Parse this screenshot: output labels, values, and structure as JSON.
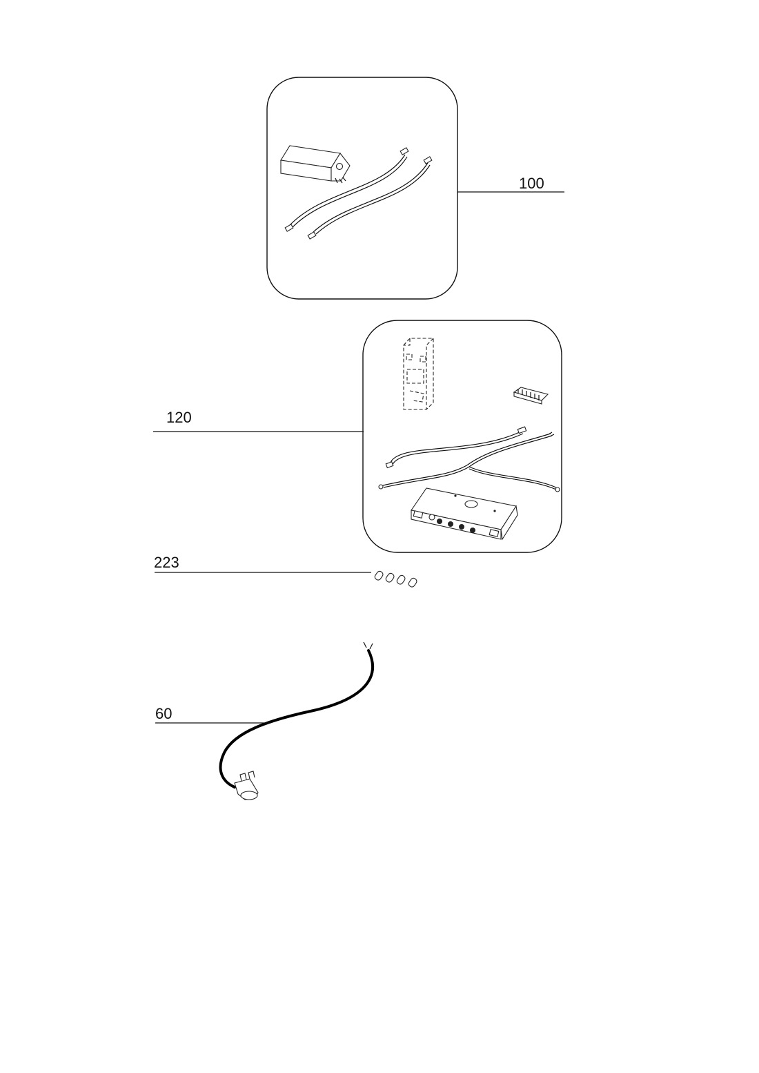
{
  "callouts": {
    "transformer_kit": "100",
    "control_kit": "120",
    "fuses": "223",
    "power_cord": "60"
  }
}
